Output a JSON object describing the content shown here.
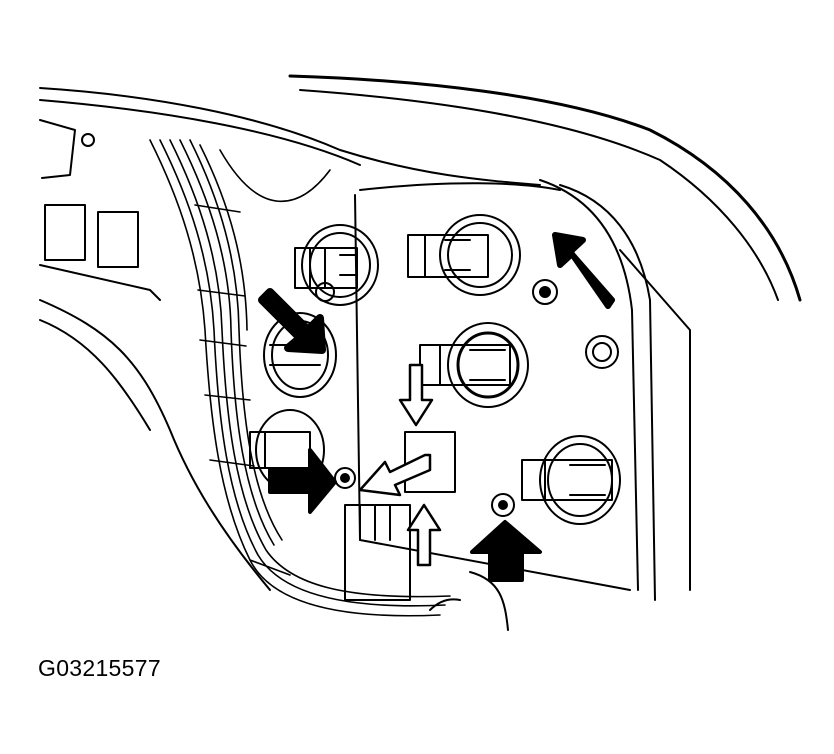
{
  "figure": {
    "code": "G03215577",
    "ink_color": "#000000",
    "background_color": "#ffffff",
    "callouts": [
      {
        "id": "upper-right-screw-arrow",
        "icon": "solid-arrow-down-left"
      },
      {
        "id": "upper-left-screw-arrow",
        "icon": "solid-arrow-down-right"
      },
      {
        "id": "middle-left-screw-arrow",
        "icon": "solid-arrow-right"
      },
      {
        "id": "lower-right-screw-arrow",
        "icon": "solid-arrow-up"
      },
      {
        "id": "connector-press-down-arrow",
        "icon": "outline-arrow-down"
      },
      {
        "id": "connector-press-up-arrow",
        "icon": "outline-arrow-up"
      },
      {
        "id": "connector-pull-arrow",
        "icon": "outline-arrow-left"
      }
    ]
  }
}
